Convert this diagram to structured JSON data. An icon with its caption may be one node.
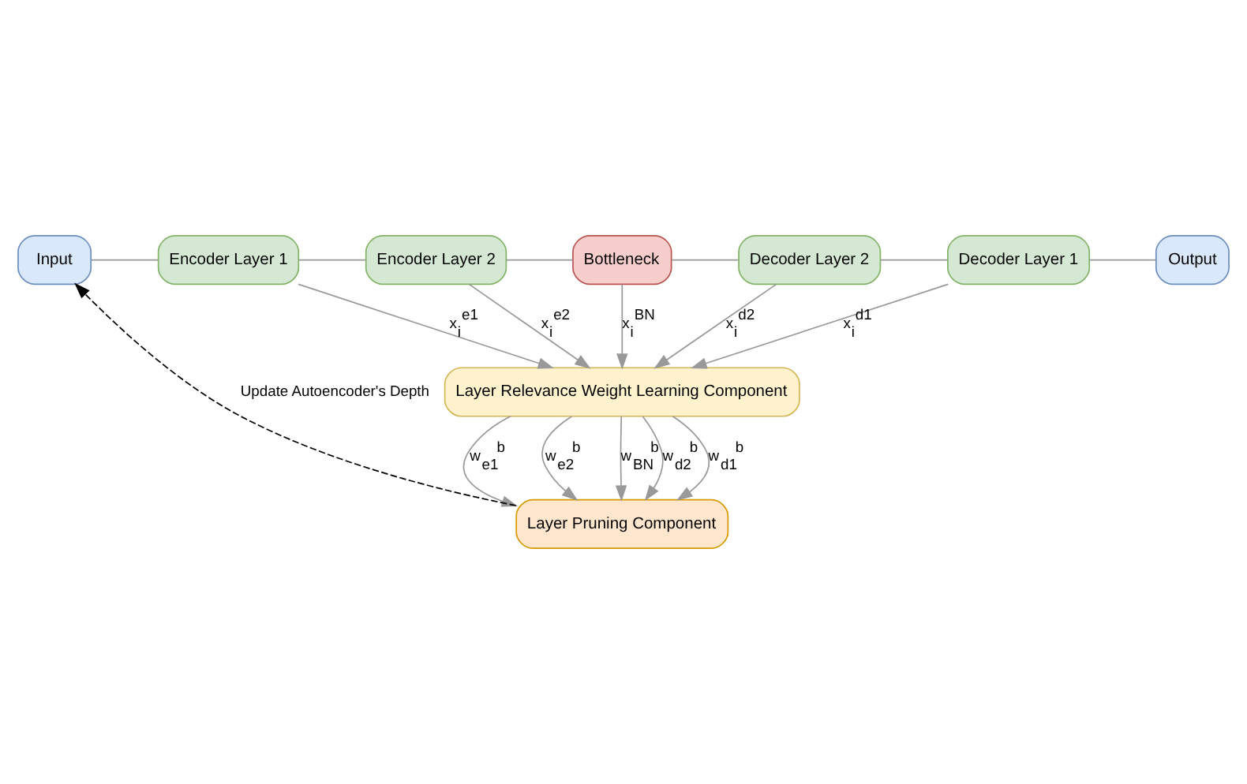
{
  "diagram": {
    "nodes": [
      {
        "text": [
          "Input"
        ]
      },
      {
        "text": [
          "Encoder Layer 1"
        ]
      },
      {
        "text": [
          "Encoder Layer 2"
        ]
      },
      {
        "text": [
          "Bottleneck"
        ]
      },
      {
        "text": [
          "Decoder Layer 2"
        ]
      },
      {
        "text": [
          "Decoder Layer 1"
        ]
      },
      {
        "text": [
          "Output"
        ]
      },
      {
        "text": [
          "Layer Relevance Weight Learning Component"
        ]
      },
      {
        "text": [
          "Layer Pruning Component"
        ]
      }
    ],
    "edges": [
      {
        "from": 0,
        "to": 1,
        "arrow": "none"
      },
      {
        "from": 1,
        "to": 2,
        "arrow": "none"
      },
      {
        "from": 2,
        "to": 3,
        "arrow": "none"
      },
      {
        "from": 3,
        "to": 4,
        "arrow": "none"
      },
      {
        "from": 4,
        "to": 5,
        "arrow": "none"
      },
      {
        "from": 5,
        "to": 6,
        "arrow": "none"
      },
      {
        "from": 1,
        "to": 7,
        "arrow": "to",
        "label": "x$_{i}$$^{e1}$"
      },
      {
        "from": 2,
        "to": 7,
        "arrow": "to",
        "label": "x$_{i}$$^{e2}$"
      },
      {
        "from": 3,
        "to": 7,
        "arrow": "to",
        "label": "x$_{i}$$^{BN}$"
      },
      {
        "from": 4,
        "to": 7,
        "arrow": "to",
        "label": "x$_{i}$$^{d2}$"
      },
      {
        "from": 5,
        "to": 7,
        "arrow": "to",
        "label": "x$_{i}$$^{d1}$"
      },
      {
        "from": 7,
        "to": 8,
        "arrow": "to",
        "label": "w$_{e1}$$^{b}$"
      },
      {
        "from": 7,
        "to": 8,
        "arrow": "to",
        "label": "w$_{e2}$$^{b}$"
      },
      {
        "from": 7,
        "to": 8,
        "arrow": "to",
        "label": "w$_{BN}$$^{b}$"
      },
      {
        "from": 7,
        "to": 8,
        "arrow": "to",
        "label": "w$_{d2}$$^{b}$"
      },
      {
        "from": 7,
        "to": 8,
        "arrow": "to",
        "label": "w$_{d1}$$^{b}$"
      },
      {
        "from": 8,
        "to": 0,
        "arrow": "to",
        "style": "dashed",
        "color": "#000000",
        "label": "Update Autoencoder's Depth"
      }
    ]
  }
}
